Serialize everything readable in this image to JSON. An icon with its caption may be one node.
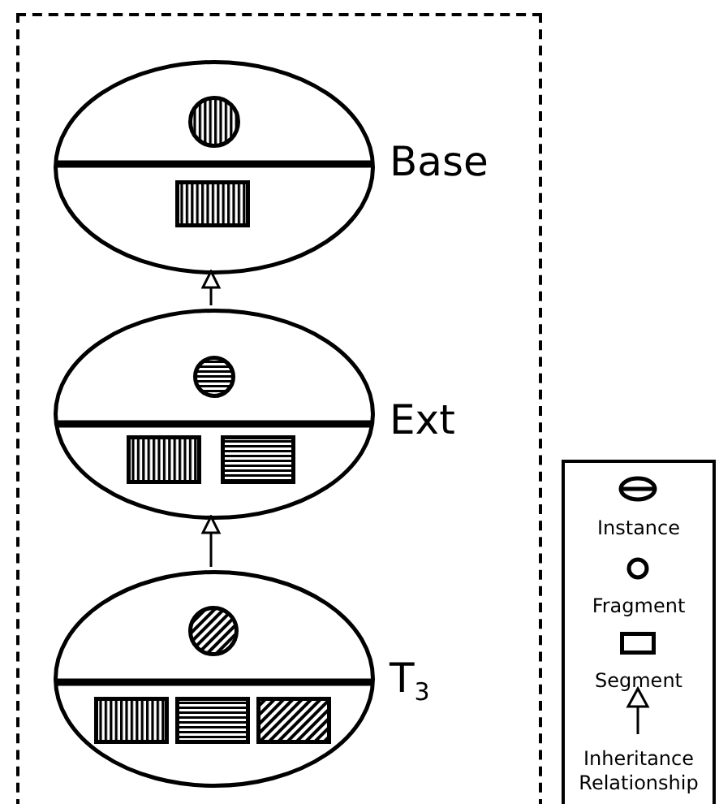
{
  "diagram": {
    "nodes": [
      {
        "text": [],
        "shape": "box"
      },
      {
        "text": [],
        "shape": "ellipse",
        "beside": [
          "Base"
        ],
        "in": 0
      },
      {
        "text": [],
        "shape": "circle",
        "in": 1
      },
      {
        "text": [],
        "shape": "box",
        "in": 1
      },
      {
        "text": [],
        "shape": "ellipse",
        "beside": [
          "Ext"
        ],
        "in": 0
      },
      {
        "text": [],
        "shape": "circle",
        "in": 4
      },
      {
        "text": [],
        "shape": "box",
        "in": 4
      },
      {
        "text": [],
        "shape": "box",
        "in": 4
      },
      {
        "text": [],
        "shape": "ellipse",
        "beside": [
          "T$_{3}$"
        ],
        "in": 0
      },
      {
        "text": [],
        "shape": "circle",
        "in": 8
      },
      {
        "text": [],
        "shape": "box",
        "in": 8
      },
      {
        "text": [],
        "shape": "box",
        "in": 8
      },
      {
        "text": [],
        "shape": "box",
        "in": 8
      }
    ],
    "edges": [
      {
        "from": 4,
        "to": 1,
        "arrow": "to"
      },
      {
        "from": 8,
        "to": 4,
        "arrow": "to"
      }
    ],
    "legend": [
      {
        "text": "Instance"
      },
      {
        "text": "Fragment"
      },
      {
        "text": "Segment"
      },
      {
        "text": "Inheritance Relationship"
      }
    ]
  }
}
